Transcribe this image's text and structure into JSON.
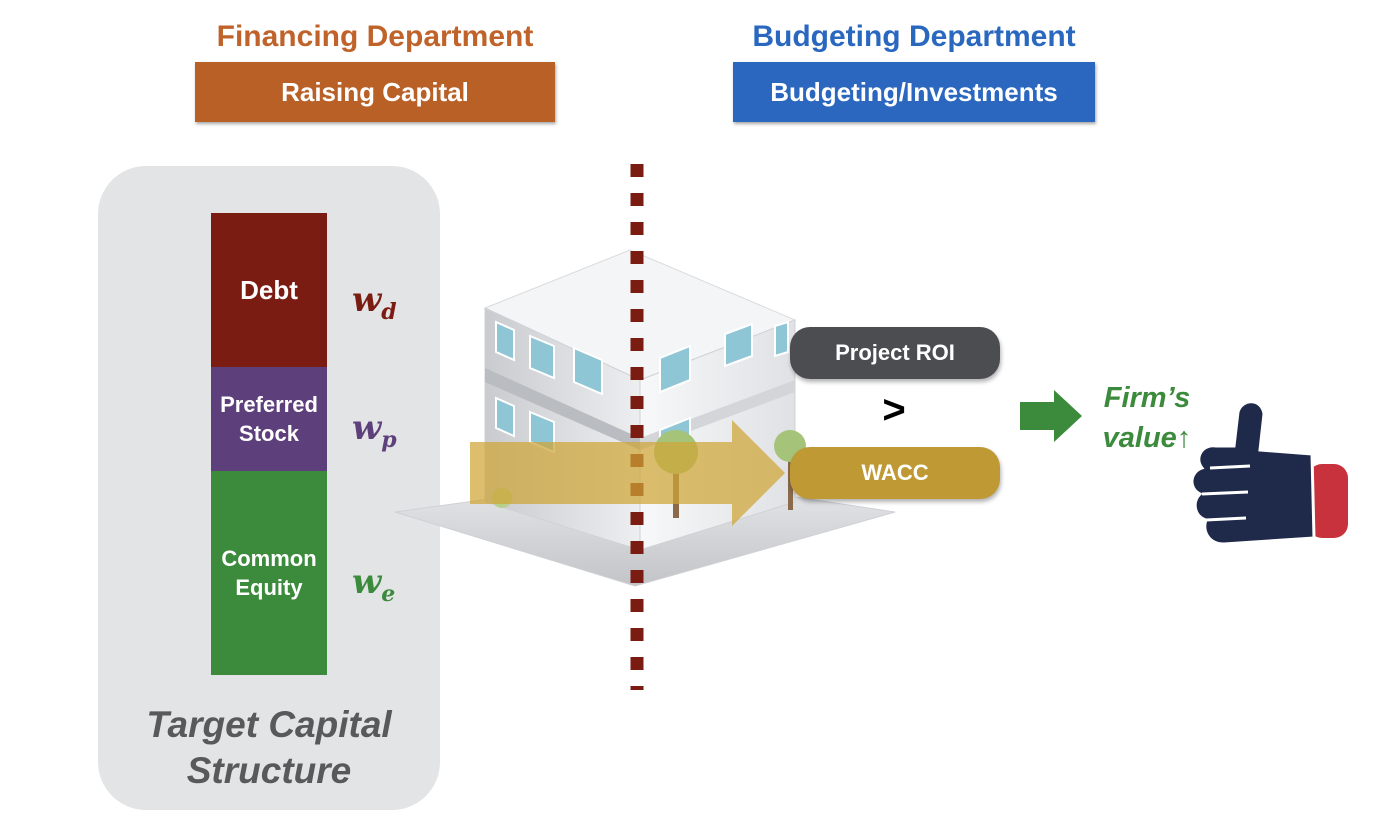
{
  "financing": {
    "title": "Financing Department",
    "bar_label": "Raising Capital",
    "title_color": "#c0632a",
    "bar_color": "#b86026"
  },
  "budgeting": {
    "title": "Budgeting Department",
    "bar_label": "Budgeting/Investments",
    "title_color": "#2a68c0",
    "bar_color": "#2b67be"
  },
  "capital_structure": {
    "label_line1": "Target Capital",
    "label_line2": "Structure",
    "segments": [
      {
        "line1": "Debt",
        "line2": "",
        "weight_symbol": "w",
        "weight_sub": "d",
        "color": "#7b1c12"
      },
      {
        "line1": "Preferred",
        "line2": "Stock",
        "weight_symbol": "w",
        "weight_sub": "p",
        "color": "#5d3f7c"
      },
      {
        "line1": "Common",
        "line2": "Equity",
        "weight_symbol": "w",
        "weight_sub": "e",
        "color": "#3c8b3d"
      }
    ]
  },
  "comparison": {
    "project_roi": "Project ROI",
    "operator": ">",
    "wacc": "WACC",
    "roi_color": "#4b4d51",
    "wacc_color": "#bf9a34"
  },
  "result": {
    "line1": "Firm’s",
    "line2": "value",
    "arrow_glyph": "↑",
    "color": "#3c8b3d"
  },
  "divider_color": "#7b1c12"
}
